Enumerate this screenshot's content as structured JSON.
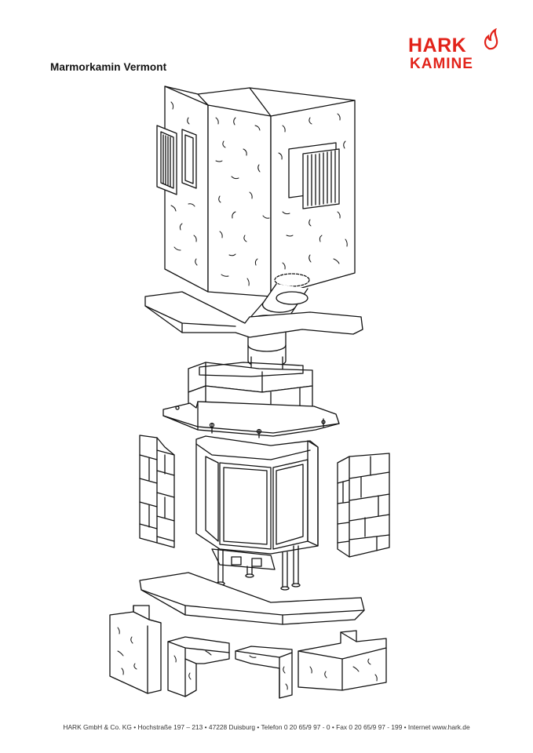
{
  "title": "Marmorkamin Vermont",
  "logo": {
    "line1": "HARK",
    "line2": "KAMINE",
    "color": "#e2231a"
  },
  "footer": "HARK GmbH & Co. KG • Hochstraße 197 – 213 • 47228 Duisburg • Telefon 0 20 65/9 97 - 0 • Fax 0 20 65/9 97 - 199 • Internet www.hark.de"
}
